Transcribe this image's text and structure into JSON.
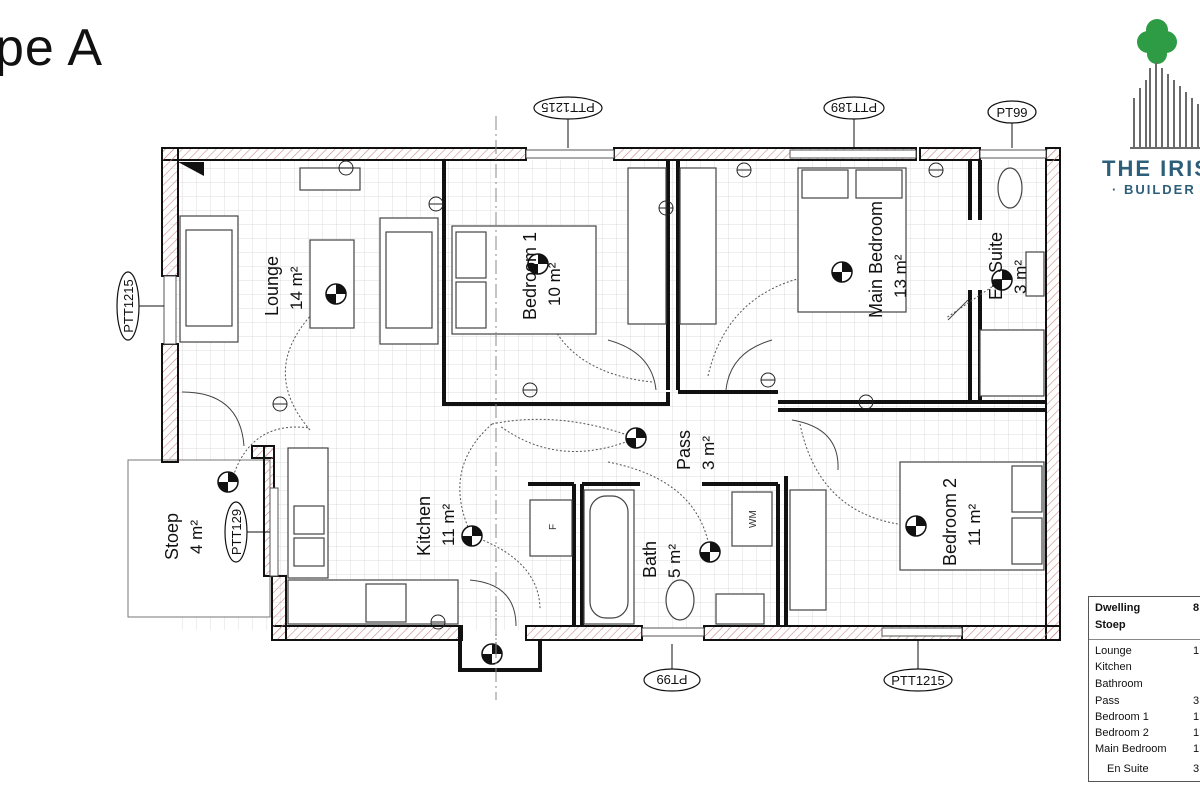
{
  "page": {
    "title": "ype A"
  },
  "logo": {
    "title": "THE IRIS",
    "subtitle": "· BUILDER",
    "colors": {
      "green": "#2e9c45",
      "blue": "#2d5f7a"
    }
  },
  "rooms": {
    "lounge": {
      "name": "Lounge",
      "area": "14 m²"
    },
    "bedroom1": {
      "name": "Bedroom 1",
      "area": "10 m²"
    },
    "main_bedroom": {
      "name": "Main Bedroom",
      "area": "13 m²"
    },
    "en_suite": {
      "name": "En Suite",
      "area": "3 m²"
    },
    "pass": {
      "name": "Pass",
      "area": "3 m²"
    },
    "kitchen": {
      "name": "Kitchen",
      "area": "11 m²"
    },
    "bath": {
      "name": "Bath",
      "area": "5 m²"
    },
    "bedroom2": {
      "name": "Bedroom 2",
      "area": "11 m²"
    },
    "stoep": {
      "name": "Stoep",
      "area": "4 m²"
    }
  },
  "fixtures": {
    "washing_machine": "WM",
    "fridge": "F"
  },
  "window_tags": {
    "top_left": "PTT1215",
    "top_mid": "PTT189",
    "top_right": "PT99",
    "left": "PTT1215",
    "stoep": "PTT129",
    "bottom_mid": "PT99",
    "bottom_right": "PTT1215"
  },
  "schedule": {
    "header_rows": [
      {
        "label": "Dwelling",
        "value": "8"
      },
      {
        "label": "Stoep",
        "value": ""
      }
    ],
    "rows": [
      {
        "label": "Lounge",
        "value": "1"
      },
      {
        "label": "Kitchen",
        "value": ""
      },
      {
        "label": "Bathroom",
        "value": ""
      },
      {
        "label": "Pass",
        "value": "3"
      },
      {
        "label": "Bedroom 1",
        "value": "1"
      },
      {
        "label": "Bedroom 2",
        "value": "1"
      },
      {
        "label": "Main Bedroom",
        "value": "1"
      },
      {
        "label": "En Suite",
        "value": "3"
      }
    ]
  }
}
